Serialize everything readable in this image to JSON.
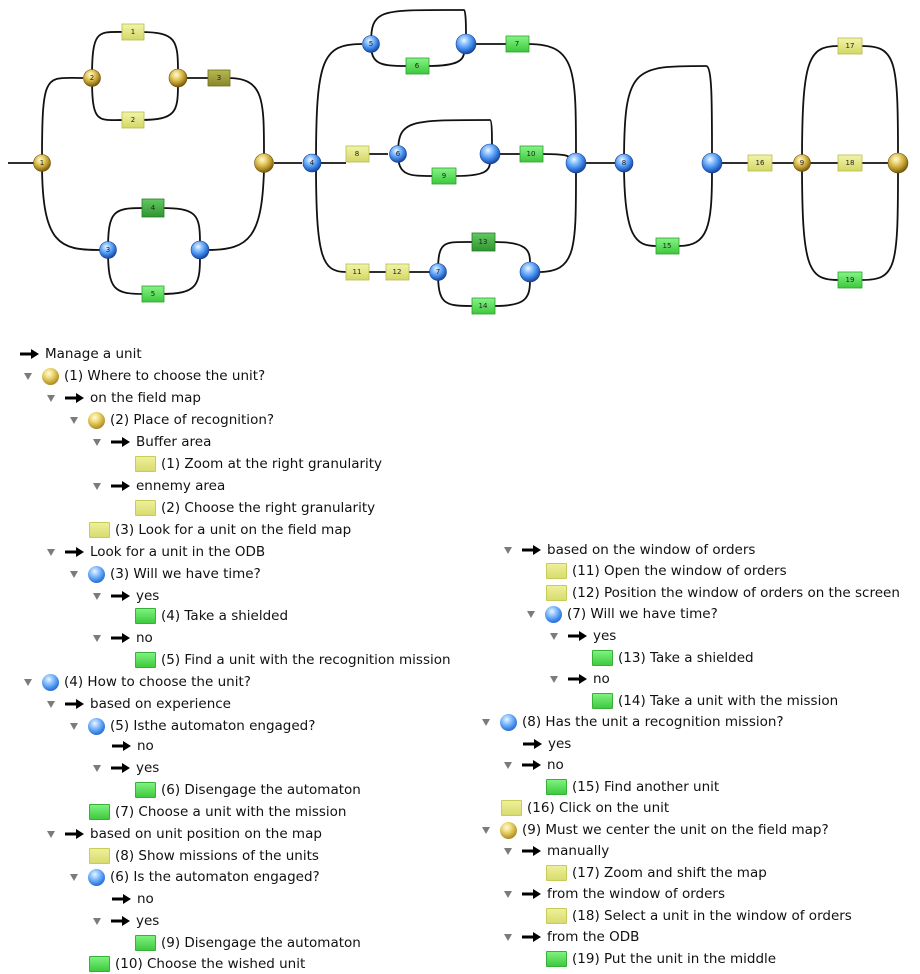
{
  "graph": {
    "node_labels": {
      "g1": "1",
      "g2": "2",
      "g9": "9",
      "b3": "3",
      "b4": "4",
      "b5": "5",
      "b6": "6",
      "b7": "7",
      "b8": "8",
      "t1": "1",
      "t2": "2",
      "t3": "3",
      "t4": "4",
      "t5": "5",
      "t6": "6",
      "t7": "7",
      "t8": "8",
      "t9": "9",
      "t10": "10",
      "t11": "11",
      "t12": "12",
      "t13": "13",
      "t14": "14",
      "t15": "15",
      "t16": "16",
      "t17": "17",
      "t18": "18",
      "t19": "19"
    }
  },
  "tree": {
    "root": "Manage a unit",
    "n1": "(1) Where to choose the unit?",
    "n1a": "on the field map",
    "n2": "(2) Place of recognition?",
    "n2a": "Buffer area",
    "t1": "(1) Zoom at the right granularity",
    "n2b": "ennemy area",
    "t2": "(2) Choose the right granularity",
    "t3": "(3) Look for a unit on the field map",
    "n1b": "Look for a unit in the ODB",
    "n3": "(3) Will we have time?",
    "n3a": "yes",
    "t4": "(4) Take a shielded",
    "n3b": "no",
    "t5": "(5) Find a unit with the recognition mission",
    "n4": "(4) How to choose the unit?",
    "n4a": "based on experience",
    "n5": "(5) Isthe automaton engaged?",
    "n5a": "no",
    "n5b": "yes",
    "t6": "(6) Disengage the automaton",
    "t7": "(7) Choose a unit with the mission",
    "n4b": "based on unit position on the map",
    "t8": "(8) Show missions of the units",
    "n6": "(6) Is the automaton engaged?",
    "n6a": "no",
    "n6b": "yes",
    "t9": "(9) Disengage the automaton",
    "t10": "(10) Choose the wished unit",
    "n4c": "based on the window of orders",
    "t11": "(11) Open the window of orders",
    "t12": "(12) Position the window of orders on the screen",
    "n7": "(7) Will we have time?",
    "n7a": "yes",
    "t13": "(13) Take a shielded",
    "n7b": "no",
    "t14": "(14) Take a unit with the mission",
    "n8": "(8) Has the unit a recognition mission?",
    "n8a": "yes",
    "n8b": "no",
    "t15": "(15) Find another unit",
    "t16": "(16) Click on the unit",
    "n9": "(9) Must we center the unit on the field map?",
    "n9a": "manually",
    "t17": "(17) Zoom and shift the map",
    "n9b": "from the window of orders",
    "t18": "(18) Select a unit in the window of orders",
    "n9c": "from the ODB",
    "t19": "(19) Put the unit in the middle"
  },
  "colors": {
    "gold_node": "#c2a132",
    "blue_node": "#3a84e6",
    "task_yellow": "#dcdf74",
    "task_green": "#44cc44",
    "task_olive": "#9a9a38",
    "task_darkgreen": "#3fa83f"
  }
}
